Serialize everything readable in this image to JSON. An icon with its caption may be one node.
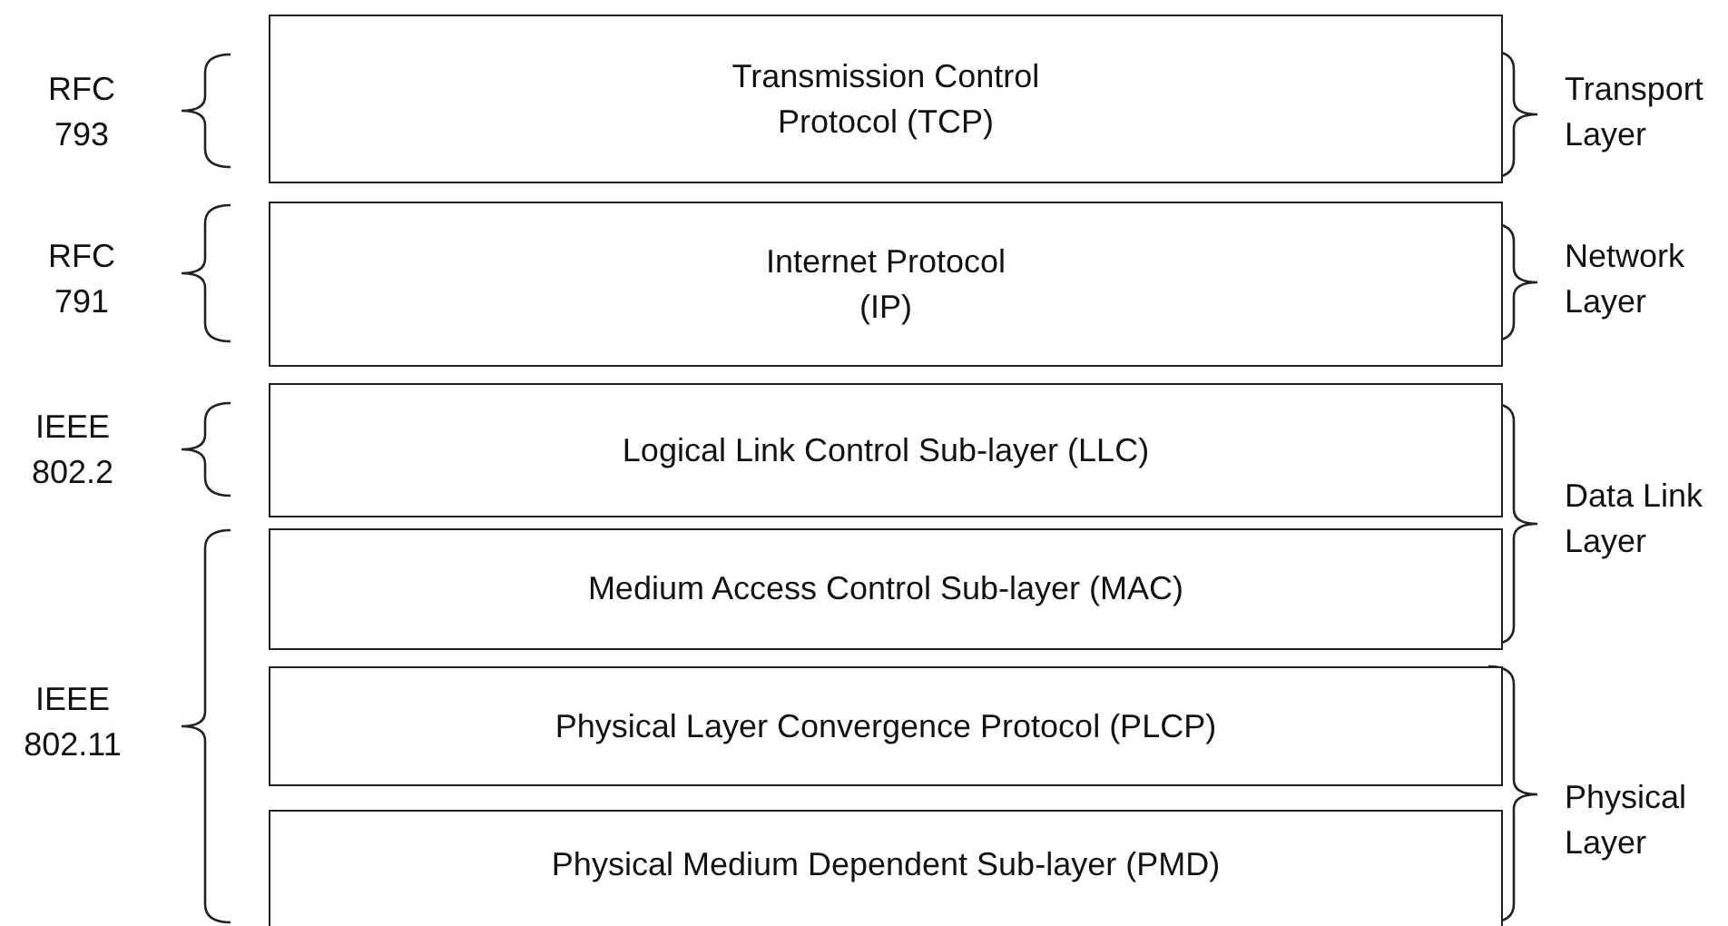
{
  "diagram": {
    "nodes": [
      {
        "text": [
          "Transmission Control Protocol (TCP)"
        ]
      },
      {
        "text": [
          "Internet Protocol (IP)"
        ]
      },
      {
        "text": [
          "Logical Link Control Sub-layer (LLC)"
        ]
      },
      {
        "text": [
          "Medium Access Control Sub-layer (MAC)"
        ]
      },
      {
        "text": [
          "Physical Layer Convergence Protocol (PLCP)"
        ]
      },
      {
        "text": [
          "Physical Medium Dependent Sub-layer (PMD)"
        ]
      }
    ],
    "labels": [
      "RFC 793",
      "Transport Layer",
      "RFC 791",
      "Network Layer",
      "IEEE 802.2",
      "Data Link Layer",
      "IEEE 802.11",
      "Physical Layer"
    ]
  }
}
